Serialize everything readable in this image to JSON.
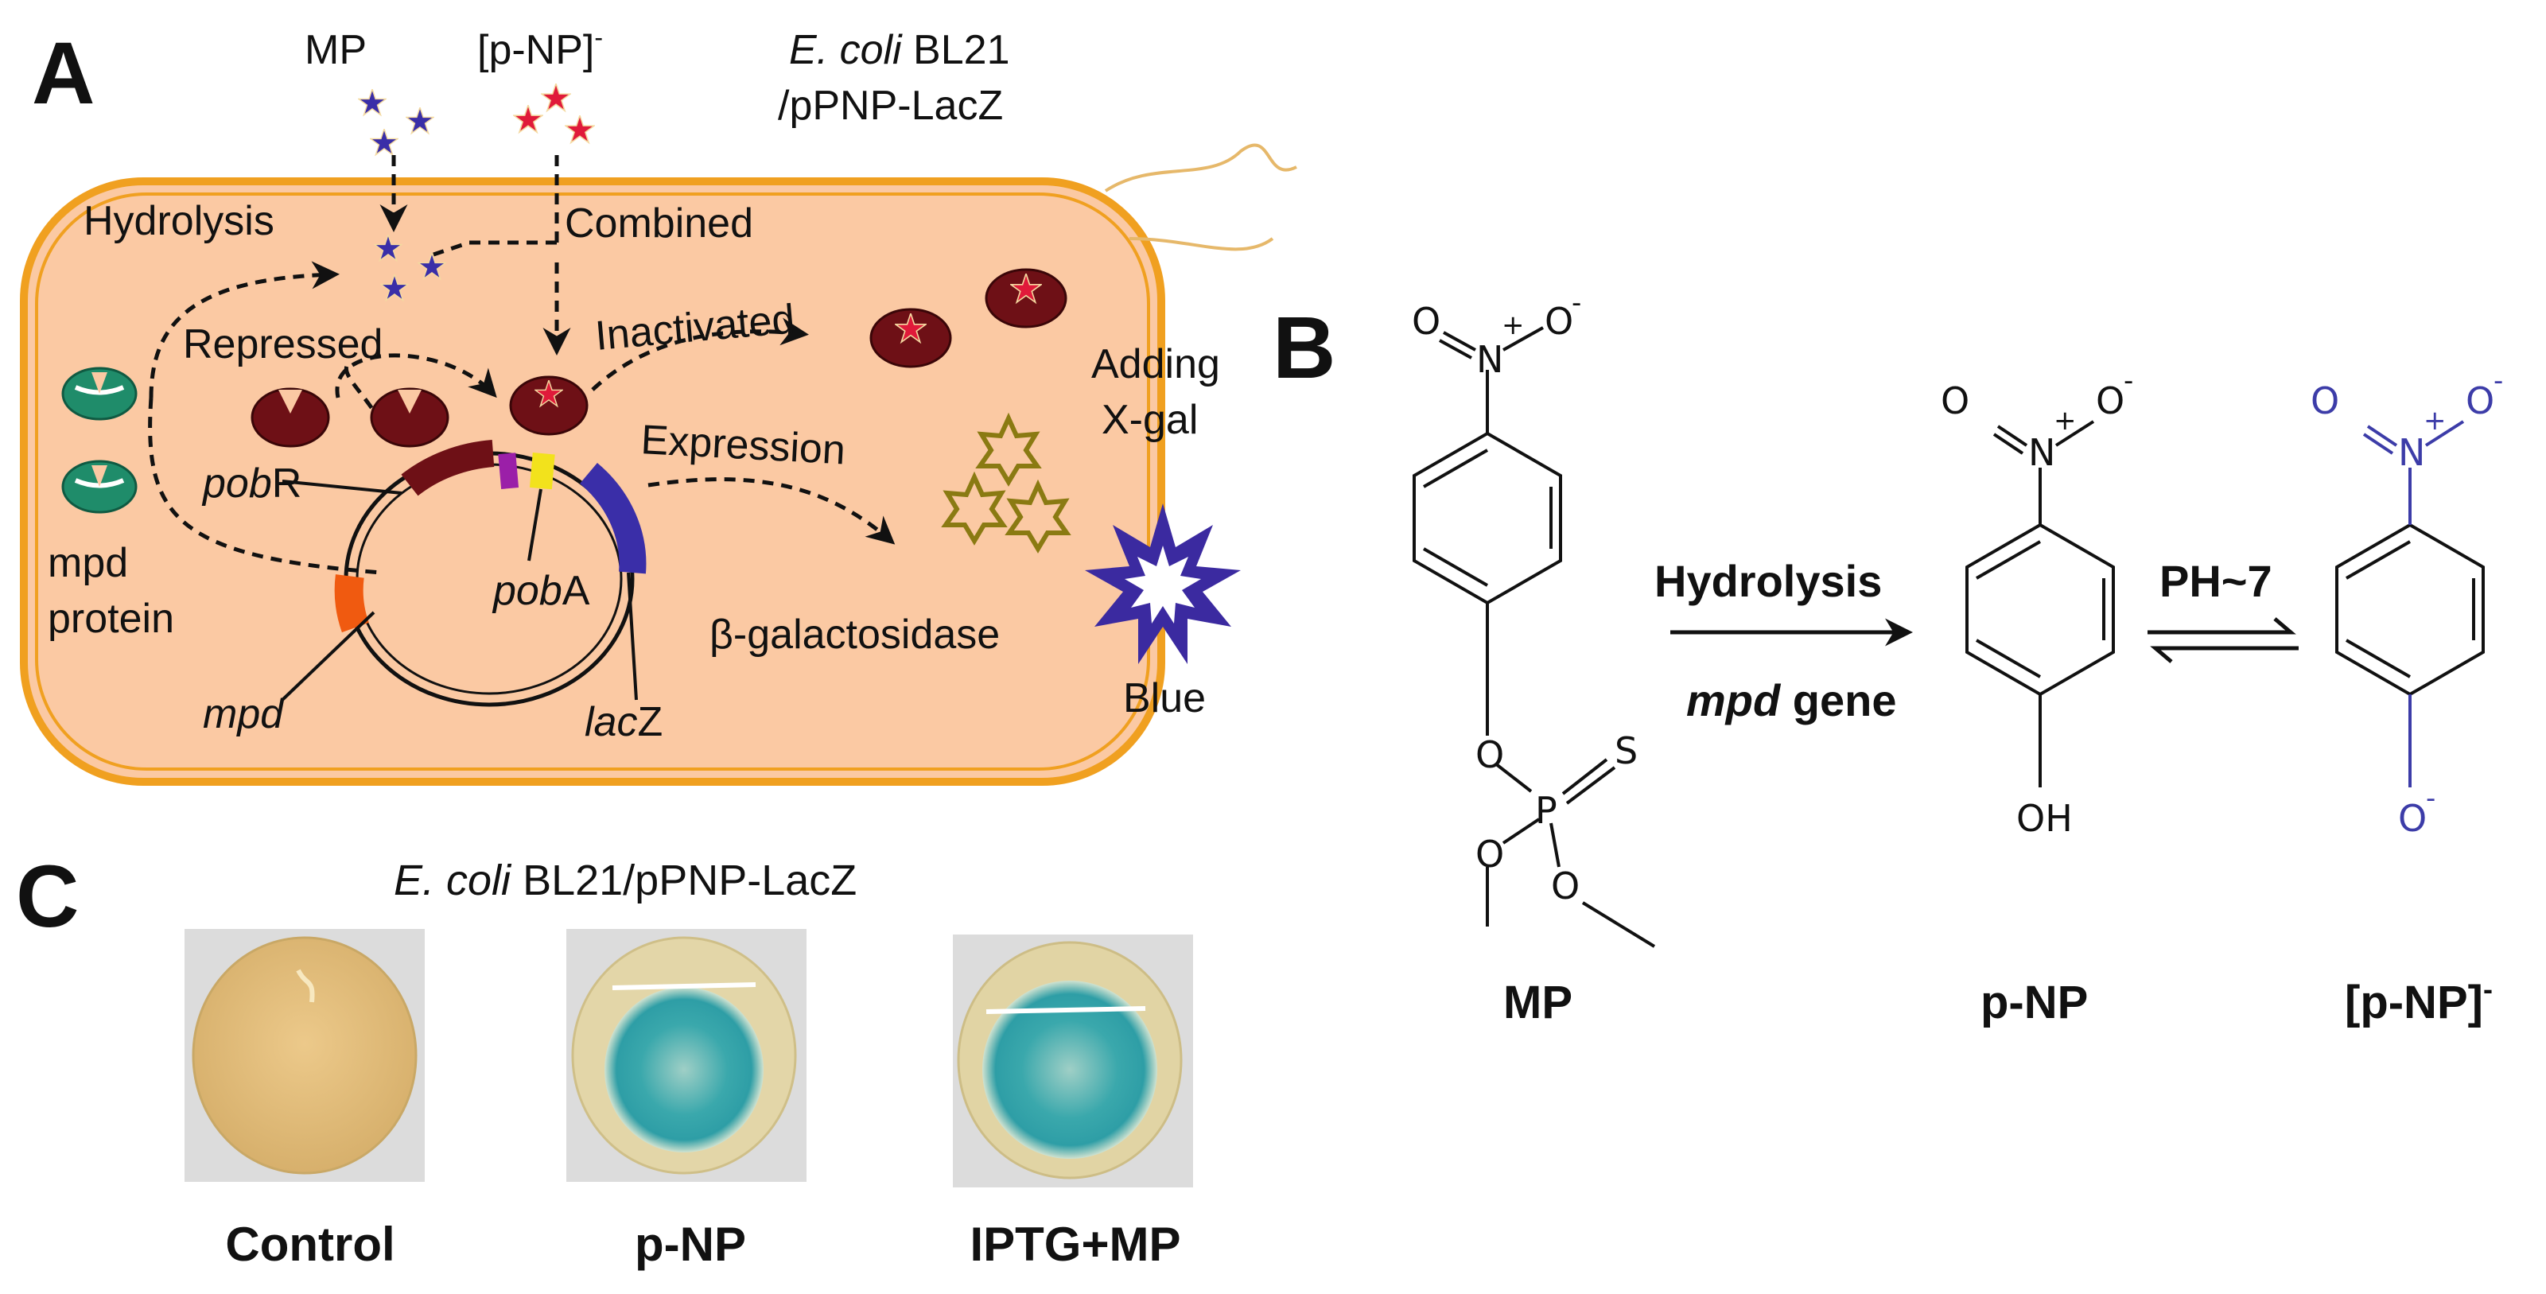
{
  "panel_a": {
    "letter": "A",
    "mp": "MP",
    "pnp_ion": "[p-NP]",
    "pnp_ion_sup": "-",
    "strain_italic": "E. coli",
    "strain_rest": " BL21",
    "plasmid": "/pPNP-LacZ",
    "hydrolysis": "Hydrolysis",
    "combined": "Combined",
    "repressed": "Repressed",
    "inactivated": "Inactivated",
    "expression": "Expression",
    "adding": "Adding",
    "xgal": "X-gal",
    "mpd_protein_1": "mpd",
    "mpd_protein_2": "protein",
    "pobR_italic": "pob",
    "pobR_rest": "R",
    "pobA_italic": "pob",
    "pobA_rest": "A",
    "mpd_gene": "mpd",
    "lacZ_italic": "lac",
    "lacZ_rest": "Z",
    "beta_gal": "β-galactosidase",
    "blue": "Blue"
  },
  "panel_b": {
    "letter": "B",
    "mp_label": "MP",
    "pnp_label": "p-NP",
    "ion_label": "[p-NP]",
    "ion_sup": "-",
    "hydrolysis": "Hydrolysis",
    "mpd_italic": "mpd",
    "gene": " gene",
    "ph": "PH~7",
    "atom_o": "O",
    "atom_n": "N",
    "atom_s": "S",
    "atom_p": "P",
    "atom_oh": "OH",
    "charge_plus": "+",
    "charge_minus": "-"
  },
  "panel_c": {
    "letter": "C",
    "title_italic": "E. coli",
    "title_rest": " BL21/pPNP-LacZ",
    "labels": [
      "Control",
      "p-NP",
      "IPTG+MP"
    ]
  },
  "colors": {
    "cell_fill": "#fbc9a3",
    "cell_border": "#f0a020",
    "repressor": "#6e1016",
    "mpd_protein": "#1f8c6a",
    "mp_star": "#3a2ea8",
    "pnp_star": "#e01a3a",
    "beta_gal": "#8a7a12",
    "blue_star": "#3b2aa0",
    "ion_blue": "#3c3ca8",
    "colony_blue": "#3aa8ac"
  }
}
